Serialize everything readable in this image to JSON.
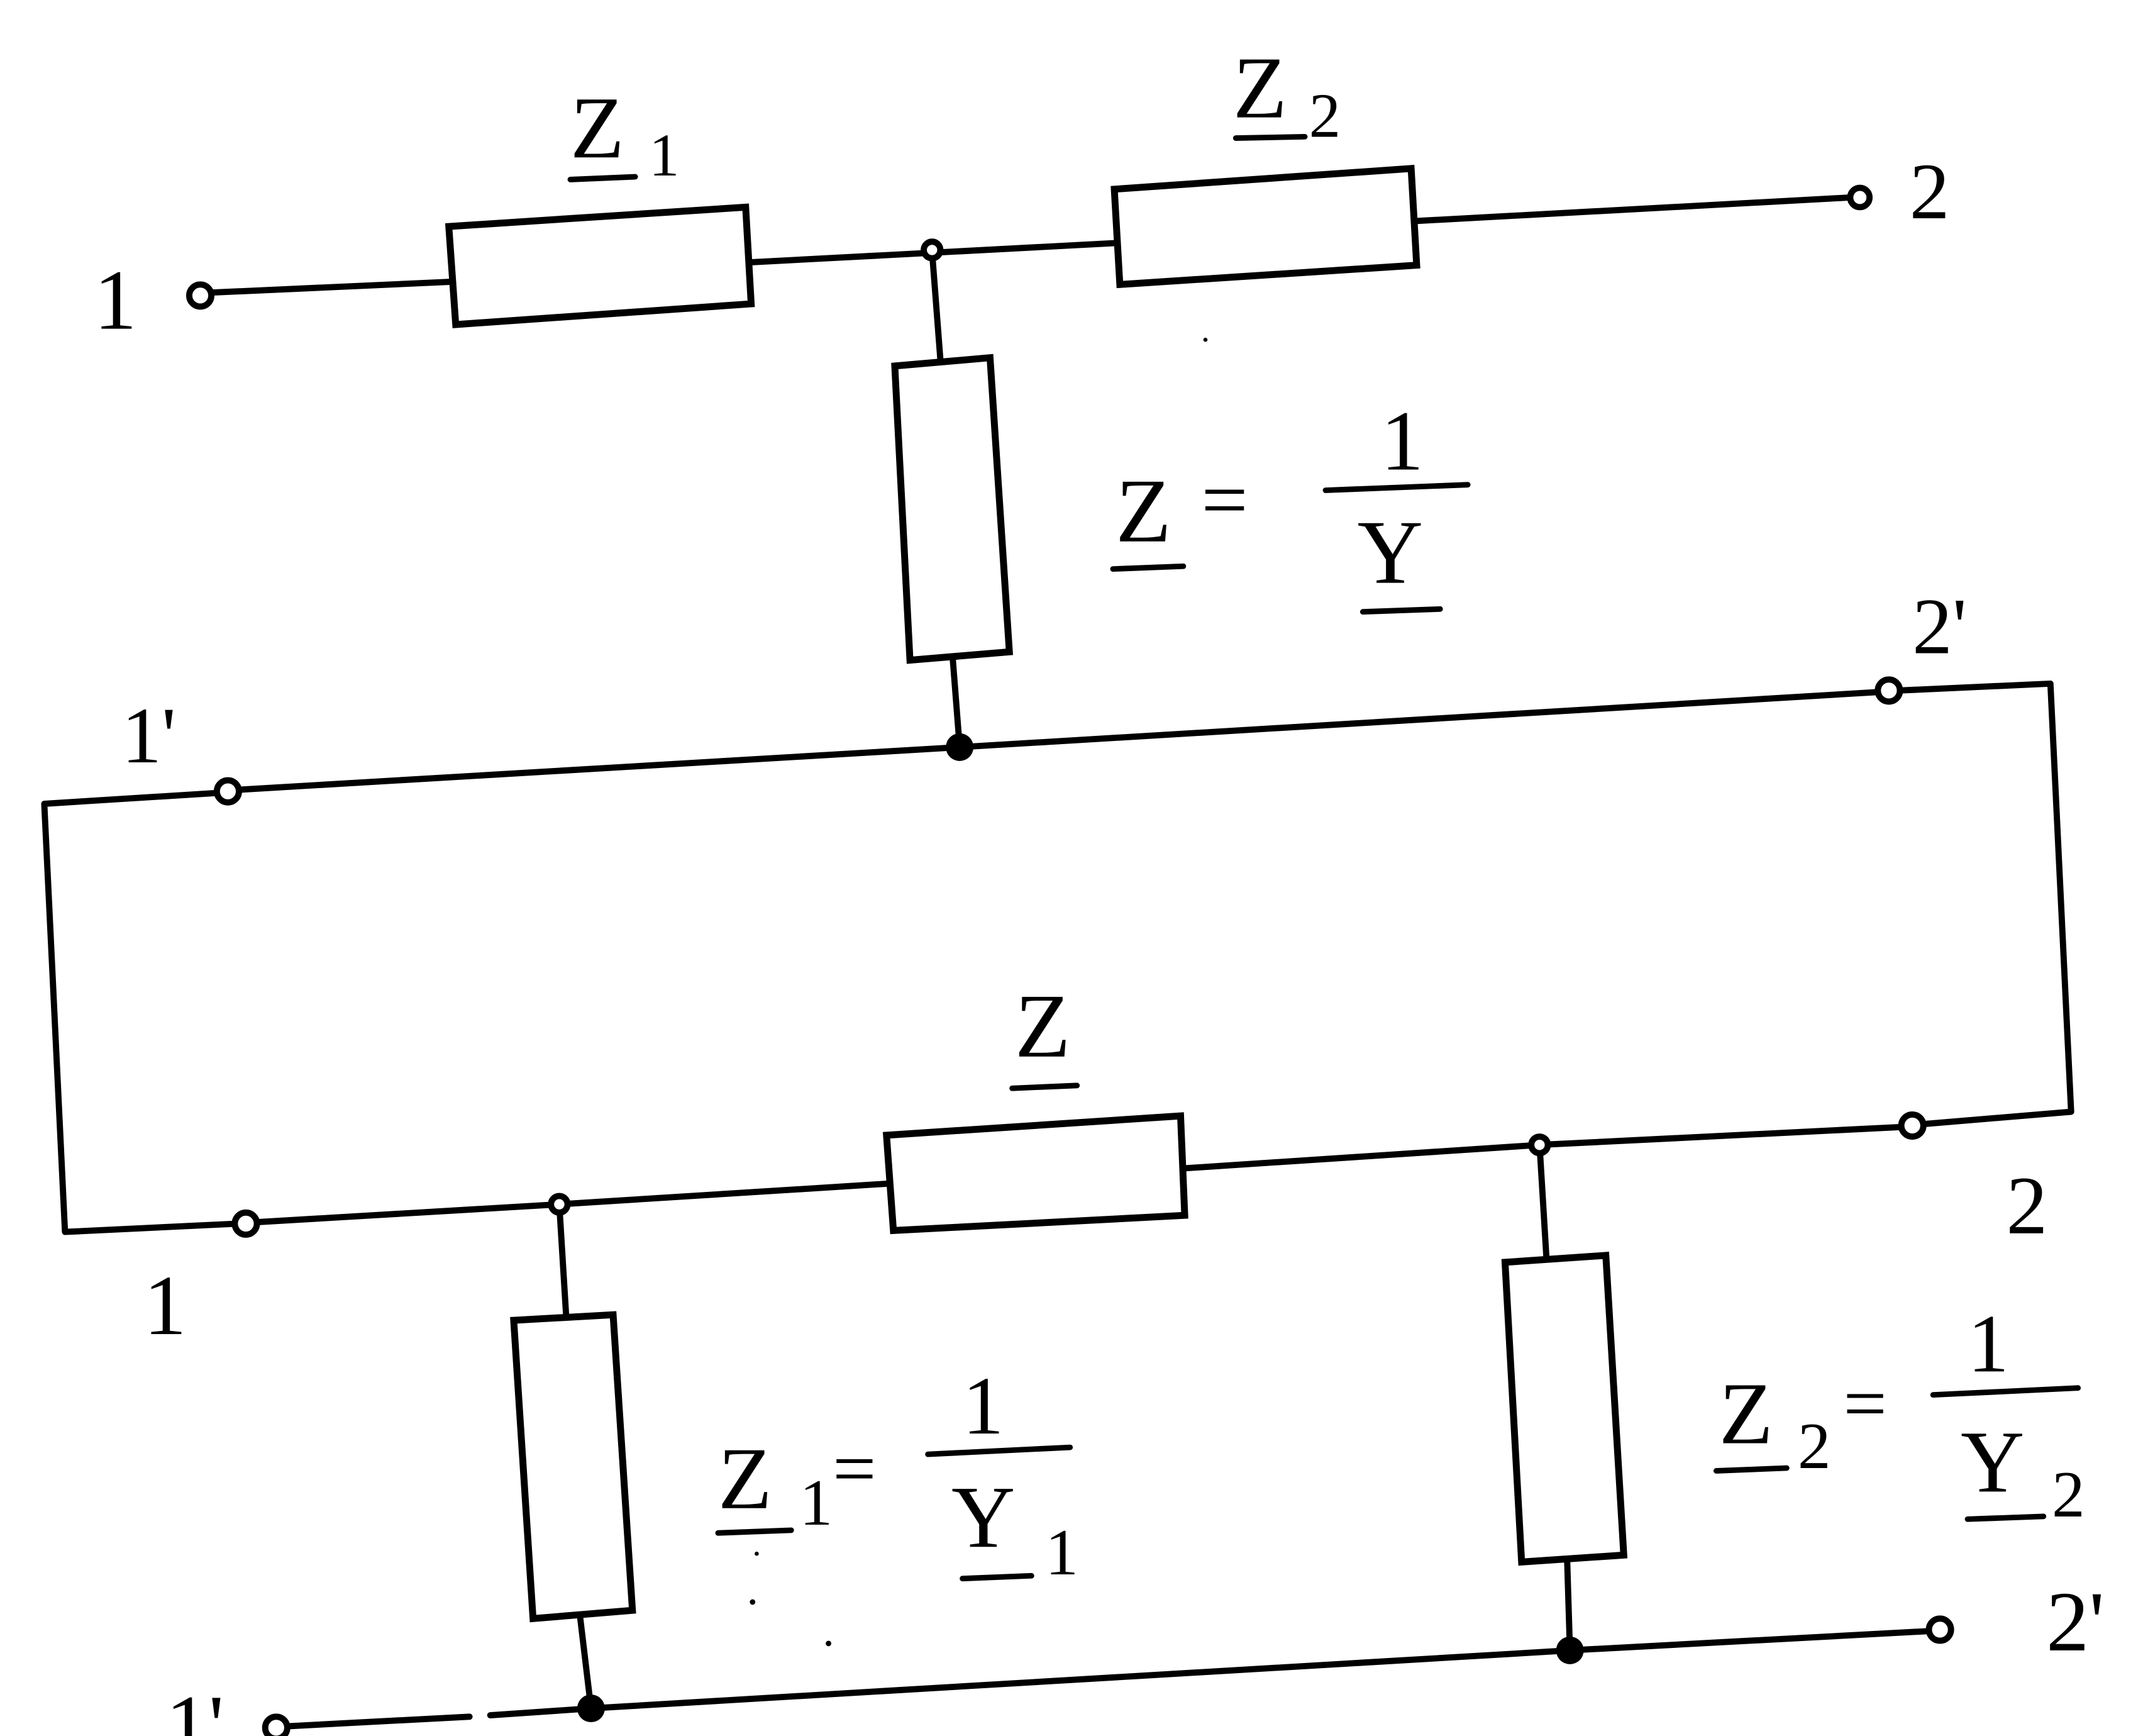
{
  "diagram": {
    "top_network": {
      "series_impedance_1": {
        "name": "Z",
        "subscript": "1"
      },
      "series_impedance_2": {
        "name": "Z",
        "subscript": "2"
      },
      "shunt_equation": {
        "lhs": "Z",
        "equals": "=",
        "numerator": "1",
        "denominator": "Y"
      },
      "terminals": {
        "in": "1",
        "out": "2",
        "in_prime": "1'",
        "out_prime": "2'"
      }
    },
    "bottom_network": {
      "series_impedance": {
        "name": "Z"
      },
      "shunt_equation_1": {
        "lhs": "Z",
        "lhs_sub": "1",
        "equals": "=",
        "numerator": "1",
        "denominator": "Y",
        "den_sub": "1"
      },
      "shunt_equation_2": {
        "lhs": "Z",
        "lhs_sub": "2",
        "equals": "=",
        "numerator": "1",
        "denominator": "Y",
        "den_sub": "2"
      },
      "terminals": {
        "in": "1",
        "out": "2",
        "in_prime": "1'",
        "out_prime": "2'"
      }
    }
  }
}
